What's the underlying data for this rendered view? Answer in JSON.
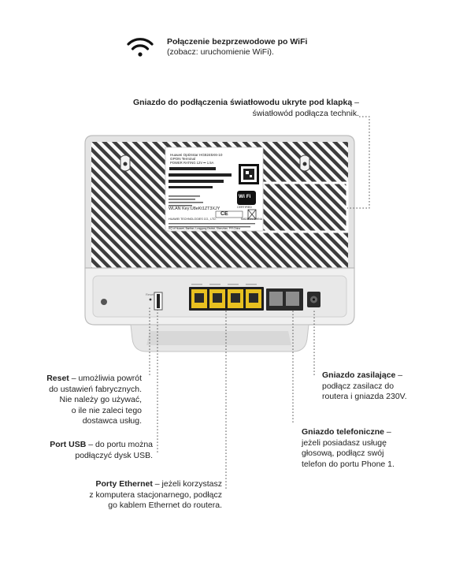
{
  "wifi": {
    "title": "Połączenie bezprzewodowe po WiFi",
    "subtitle": "(zobacz: uruchomienie WiFi).",
    "icon": "wifi-icon"
  },
  "router": {
    "brand": "Huawei OptiXstar HG8245X6-10",
    "line2": "GPON Terminal",
    "line3": "POWER RATING 12V ⎓ 1.5A",
    "wlan": "WLAN Key:U8eKt1ZT3XJY",
    "maker": "HUAWEI TECHNOLOGIES CO., LTD.",
    "address": "HQ of Huawei, Bantian, Longgang District, Shenzhen, P.R.China",
    "origin": "MADE IN CHINA",
    "wifi_badge": "Wi Fi",
    "wifi_badge_sub": "CERTIFIED",
    "ce": "CE",
    "reset_mark": "Reset"
  },
  "callouts": {
    "fiber": {
      "bold": "Gniazdo do podłączenia światłowodu ukryte pod klapką",
      "text1": " –",
      "text2": "światłowód podłącza technik."
    },
    "reset": {
      "bold": "Reset",
      "lines": [
        " – umożliwia powrót",
        "do ustawień fabrycznych.",
        "Nie należy go używać,",
        "o ile nie zaleci tego",
        "dostawca usług."
      ]
    },
    "usb": {
      "bold": "Port USB",
      "lines": [
        " – do portu można",
        "podłączyć dysk USB."
      ]
    },
    "ethernet": {
      "bold": "Porty Ethernet",
      "lines": [
        " – jeżeli korzystasz",
        "z komputera stacjonarnego, podłącz",
        "go kablem Ethernet do routera."
      ]
    },
    "power": {
      "bold": "Gniazdo zasilające",
      "lines": [
        " –",
        "podłącz zasilacz do",
        "routera i gniazda 230V."
      ]
    },
    "phone": {
      "bold": "Gniazdo telefoniczne",
      "lines": [
        " –",
        "jeżeli posiadasz usługę",
        "głosową, podłącz swój",
        "telefon do portu Phone 1."
      ]
    }
  },
  "colors": {
    "ethernet_port": "#e8c020",
    "router_body": "#f1f1f1",
    "router_frame": "#c9c9c9",
    "dotted_line": "#555555"
  }
}
